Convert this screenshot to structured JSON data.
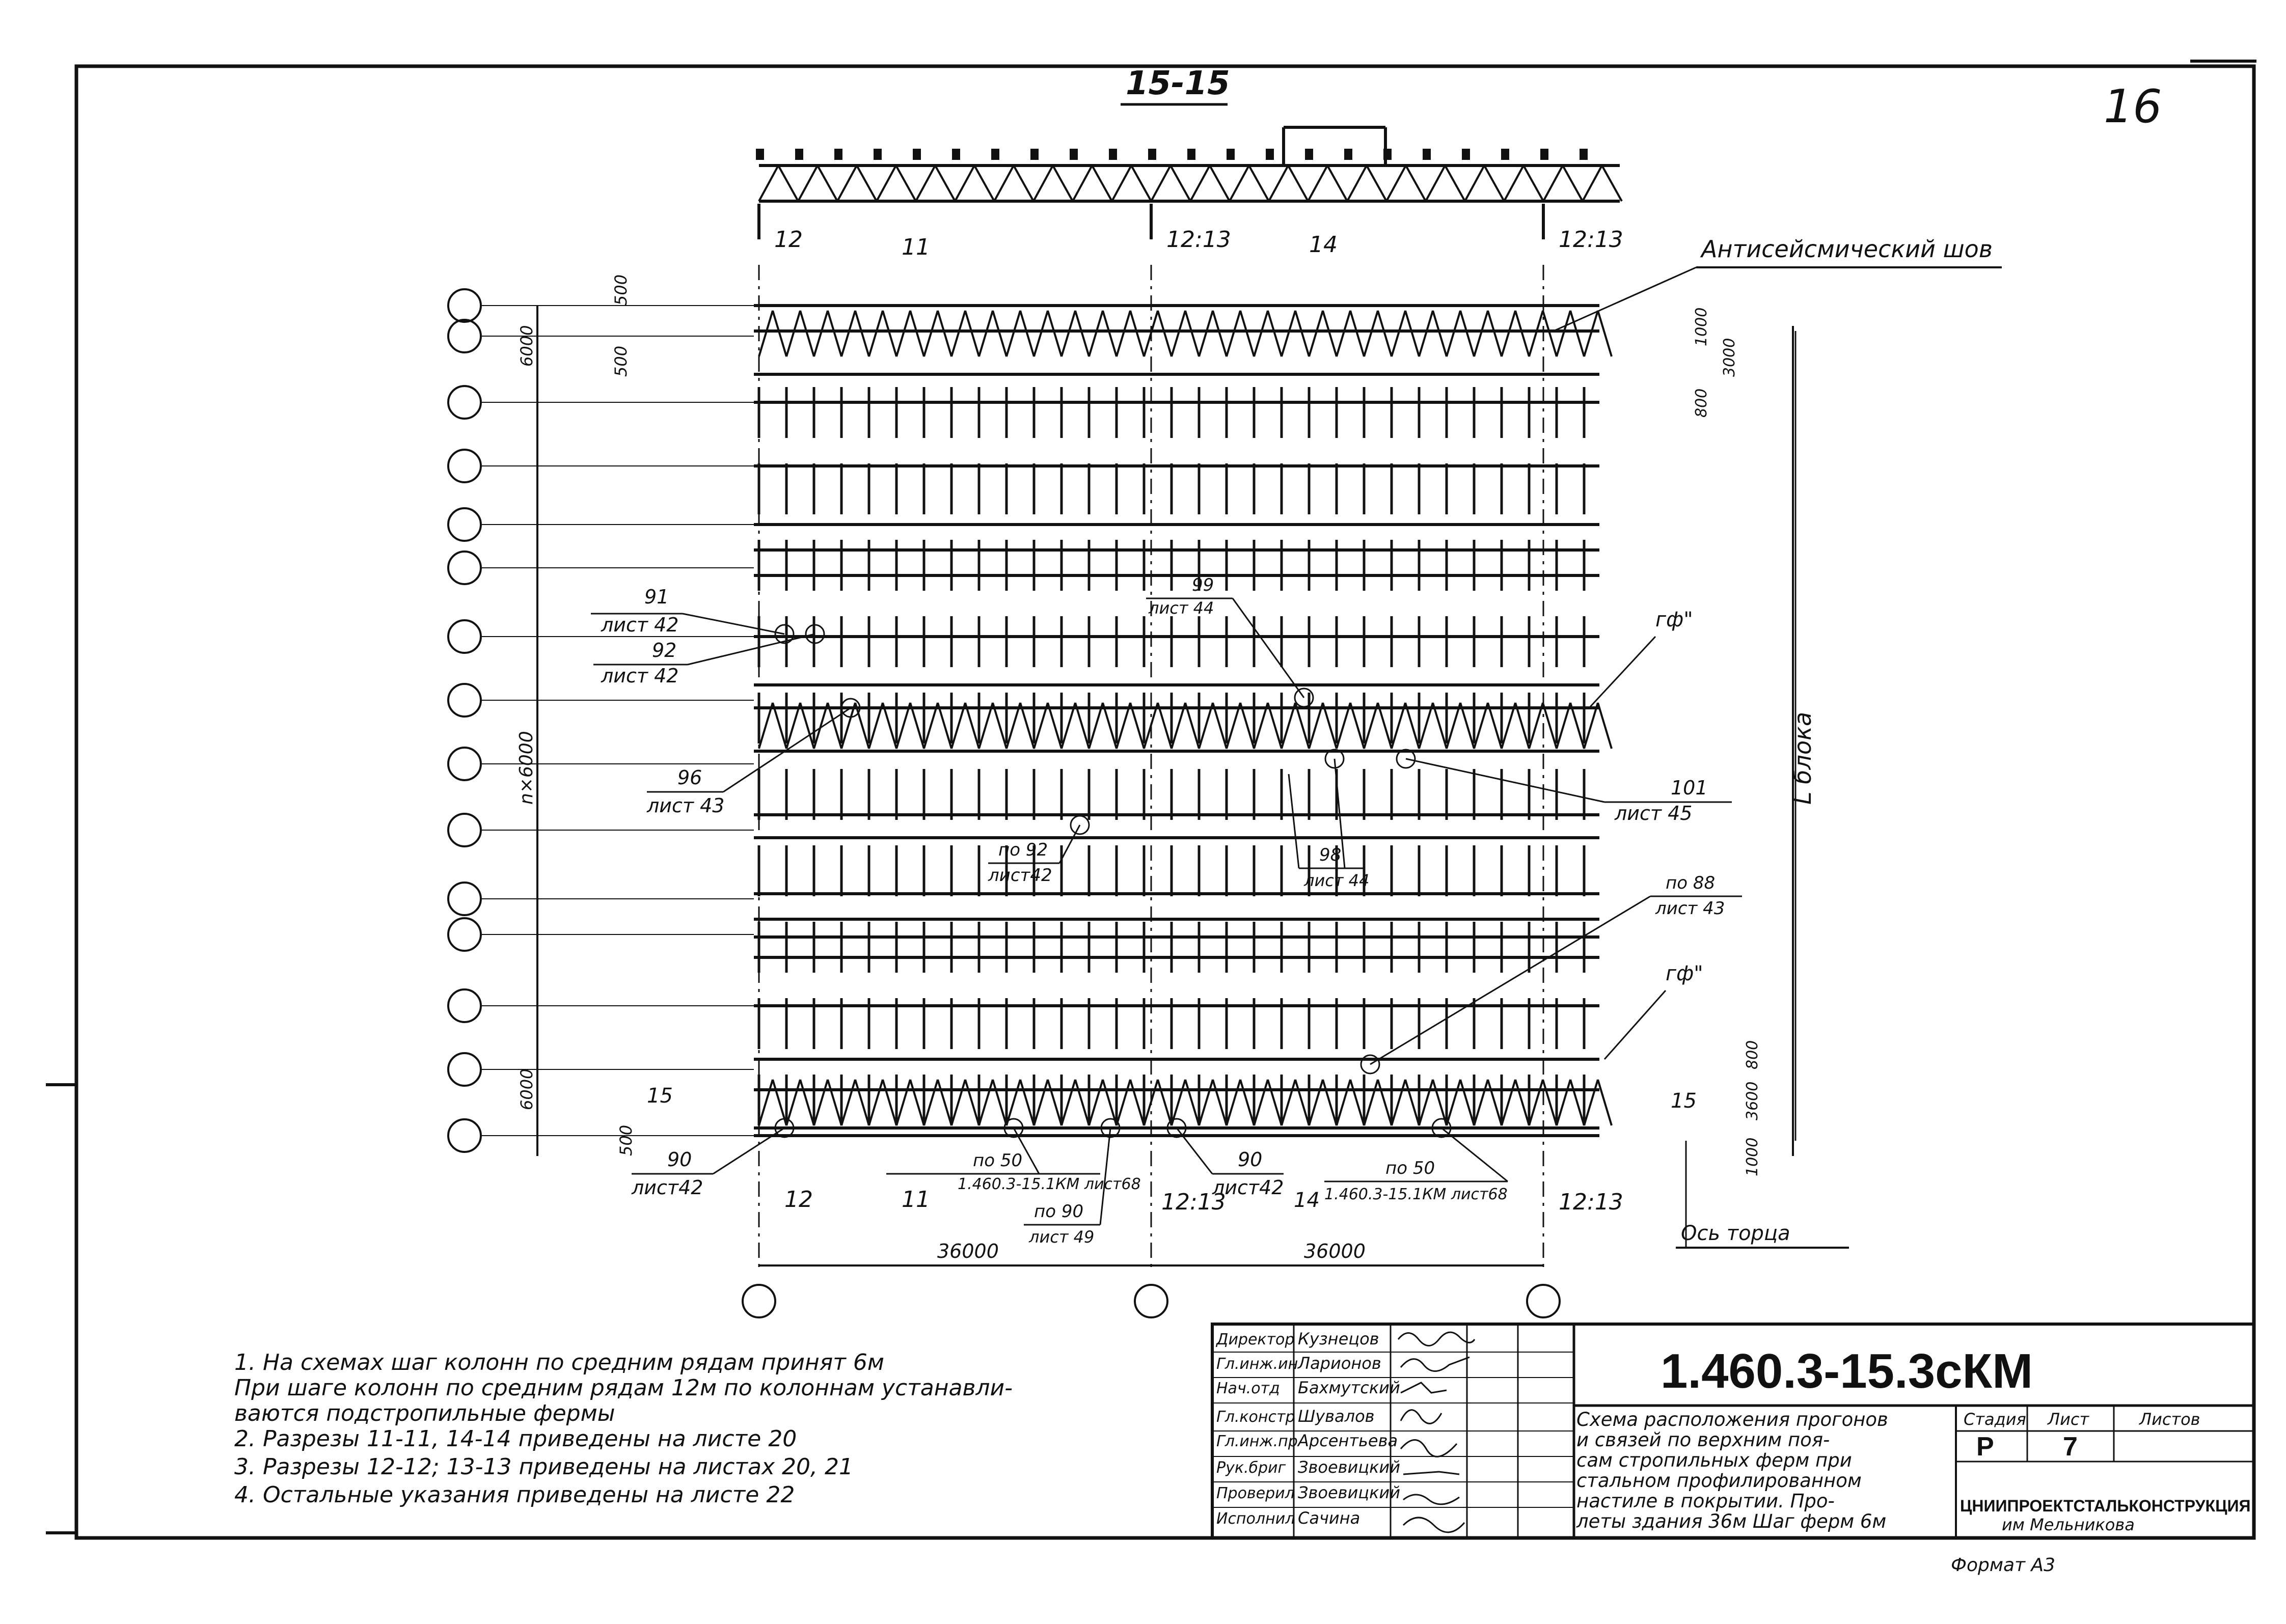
{
  "sheet_number": "16",
  "section": {
    "title": "15-15",
    "labels": [
      "12",
      "11",
      "12:13",
      "14",
      "12:13"
    ]
  },
  "plan": {
    "seismic_joint_label": "Антисейсмический шов",
    "block_length_label": "L блока",
    "end_axis_label": "Ось торца",
    "span_label": "36000",
    "span2_label": "36000",
    "left_dims": [
      "500",
      "6000",
      "500",
      "n×6000",
      "6000",
      "500"
    ],
    "right_dims": [
      "1000",
      "3000",
      "800",
      "800",
      "3600",
      "1000"
    ],
    "section_mark": "15",
    "bottom_labels": [
      "12",
      "11",
      "12:13",
      "14",
      "12:13"
    ],
    "callouts": [
      {
        "num": "91",
        "sheet": "лист 42"
      },
      {
        "num": "92",
        "sheet": "лист 42"
      },
      {
        "num": "96",
        "sheet": "лист 43"
      },
      {
        "num": "по 92",
        "sheet": "лист42"
      },
      {
        "num": "99",
        "sheet": "лист 44"
      },
      {
        "num": "98",
        "sheet": "лист 44"
      },
      {
        "num": "101",
        "sheet": "лист 45"
      },
      {
        "num": "по 88",
        "sheet": "лист 43"
      },
      {
        "num": "90",
        "sheet": "лист42"
      },
      {
        "num": "по 50",
        "sheet": "1.460.3-15.1КМ лист68"
      },
      {
        "num": "по 90",
        "sheet": "лист 49"
      },
      {
        "num": "90",
        "sheet": "лист42"
      },
      {
        "num": "по 50",
        "sheet": "1.460.3-15.1КМ лист68"
      }
    ],
    "gf_label_1": "гф\"",
    "gf_label_2": "гф\""
  },
  "notes": [
    "1. На схемах шаг колонн по средним рядам принят 6м",
    "При шаге колонн по средним рядам 12м по колоннам устанавли-",
    "ваются подстропильные фермы",
    "2. Разрезы 11-11, 14-14 приведены на листе 20",
    "3. Разрезы 12-12; 13-13 приведены на листах 20, 21",
    "4. Остальные указания приведены на листе 22"
  ],
  "title_block": {
    "code": "1.460.3-15.3сКМ",
    "description": [
      "Схема расположения прогонов",
      "и связей по верхним поя-",
      "сам стропильных ферм при",
      "стальном профилированном",
      "настиле в покрытии. Про-",
      "леты здания 36м Шаг ферм 6м"
    ],
    "stage_header": "Стадия",
    "sheet_header": "Лист",
    "sheets_header": "Листов",
    "stage": "Р",
    "sheet": "7",
    "organization": "ЦНИИПРОЕКТСТАЛЬКОНСТРУКЦИЯ",
    "organization_sub": "им Мельникова",
    "roles": [
      {
        "role": "Директор",
        "name": "Кузнецов"
      },
      {
        "role": "Гл.инж.ин",
        "name": "Ларионов"
      },
      {
        "role": "Нач.отд",
        "name": "Бахмутский"
      },
      {
        "role": "Гл.констр",
        "name": "Шувалов"
      },
      {
        "role": "Гл.инж.пр",
        "name": "Арсентьева"
      },
      {
        "role": "Рук.бриг",
        "name": "Звоевицкий"
      },
      {
        "role": "Проверил",
        "name": "Звоевицкий"
      },
      {
        "role": "Исполнил",
        "name": "Сачина"
      }
    ],
    "format": "Формат А3"
  }
}
